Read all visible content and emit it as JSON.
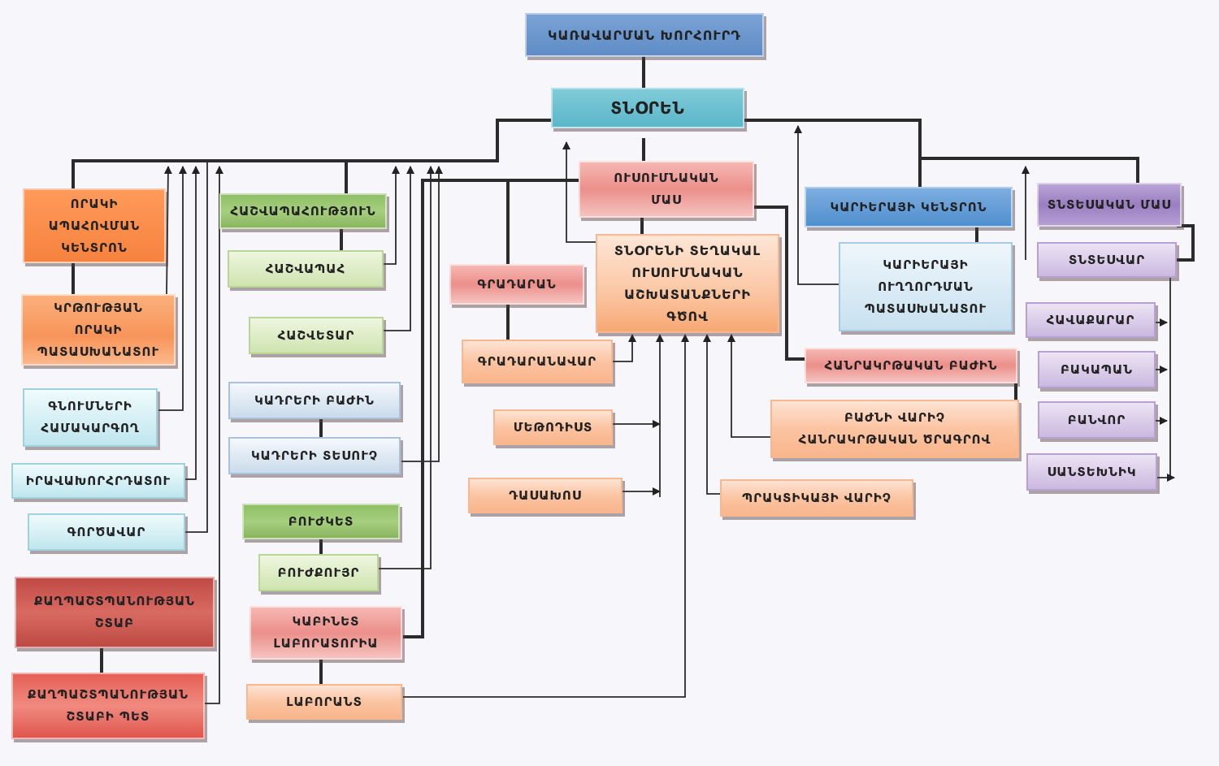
{
  "chart": {
    "title_node": "ԿԱՌԱՎԱՐՄԱՆ ԽՈՐՀՈՒՐԴ",
    "director": "ՏՆՕՐԵՆ",
    "quality": {
      "center": "ՈՐԱԿԻ\nԱՊԱՀՈՎՄԱՆ\nԿԵՆՏՐՈՆ",
      "officer": "ԿՐԹՈՒԹՅԱՆ\nՈՐԱԿԻ\nՊԱՏԱՍԽԱՆԱՏՈՒ"
    },
    "staff_left": {
      "procurement": "ԳՆՈՒՄՆԵՐԻ\nՀԱՄԱԿԱՐԳՈՂ",
      "legal": "ԻՐԱՎԱԽՈՐՀՐԴԱՏՈՒ",
      "clerk": "ԳՈՐԾԱՎԱՐ"
    },
    "civil_defense": {
      "hq": "ՔԱՂՊԱՇՏՊԱՆՈՒԹՅԱՆ\nՇՏԱԲ",
      "chief": "ՔԱՂՊԱՇՏՊԱՆՈՒԹՅԱՆ\nՇՏԱԲԻ ՊԵՏ"
    },
    "accounting": {
      "dept": "ՀԱՇՎԱՊԱՀՈՒԹՅՈՒՆ",
      "accountant": "ՀԱՇՎԱՊԱՀ",
      "cashier": "ՀԱՇՎԵՏԱՐ"
    },
    "hr": {
      "dept": "ԿԱԴՐԵՐԻ ԲԱԺԻՆ",
      "inspector": "ԿԱԴՐԵՐԻ ՏԵՍՈՒՉ"
    },
    "medical": {
      "point": "ԲՈՒԺԿԵՏ",
      "nurse": "ԲՈՒԺՔՈՒՅՐ"
    },
    "lab": {
      "cabinet": "ԿԱԲԻՆԵՏ\nԼԱԲՈՐԱՏՈՐԻԱ",
      "assistant": "ԼԱԲՈՐԱՆՏ"
    },
    "academic": {
      "part": "ՈՒՍՈՒՄՆԱԿԱՆ\nՄԱՍ",
      "deputy": "ՏՆՕՐԵՆԻ ՏԵՂԱԿԱԼ\nՈՒՍՈՒՄՆԱԿԱՆ\nԱՇԽԱՏԱՆՔՆԵՐԻ\nԳԾՈՎ",
      "library": "ԳՐԱԴԱՐԱՆ",
      "librarian": "ԳՐԱԴԱՐԱՆԱՎԱՐ",
      "methodist": "ՄԵԹՈԴԻՍՏ",
      "lecturer": "ԴԱՍԱԽՈՍ",
      "gen_ed_dept": "ՀԱՆՐԱԿՐԹԱԿԱՆ ԲԱԺԻՆ",
      "gen_ed_head": "ԲԱԺՆԻ ՎԱՐԻՉ\nՀԱՆՐԱԿՐԹԱԿԱՆ ԾՐԱԳՐՈՎ",
      "practice_head": "ՊՐԱԿՏԻԿԱՅԻ ՎԱՐԻՉ"
    },
    "career": {
      "center": "ԿԱՐԻԵՐԱՅԻ ԿԵՆՏՐՈՆ",
      "officer": "ԿԱՐԻԵՐԱՅԻ\nՈՒՂՂՈՐԴՄԱՆ\nՊԱՏԱՍԽԱՆԱՏՈՒ"
    },
    "economic": {
      "part": "ՏՆՏԵՍԱԿԱՆ ՄԱՍ",
      "manager": "ՏՆՏԵՍՎԱՐ",
      "cleaner": "ՀԱՎԱՔԱՐԱՐ",
      "guard": "ԲԱԿԱՊԱՆ",
      "worker": "ԲԱՆՎՈՐ",
      "plumber": "ՍԱՆՏԵԽՆԻԿ"
    }
  }
}
